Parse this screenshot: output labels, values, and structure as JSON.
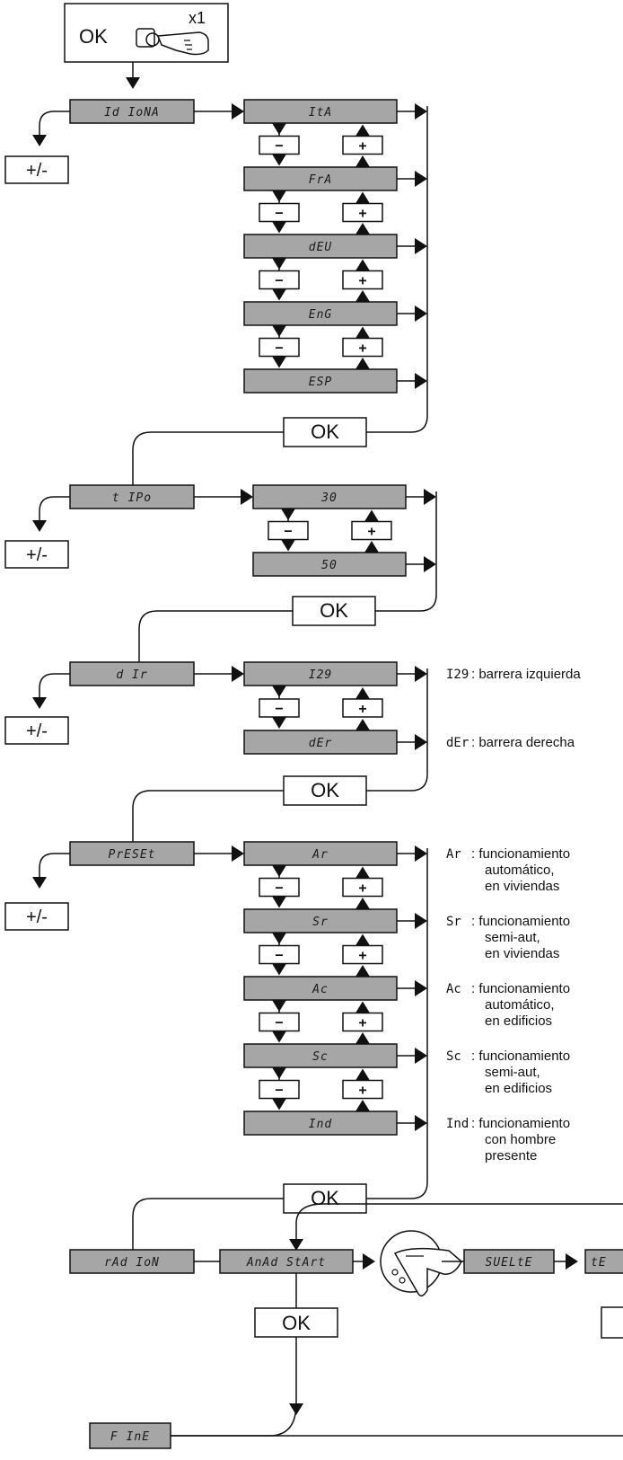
{
  "start": {
    "ok_label": "OK",
    "count_label": "x1"
  },
  "plus_minus_label": "+/-",
  "ok_label": "OK",
  "minus_sign": "−",
  "plus_sign": "+",
  "sections": {
    "idioma": {
      "menu": "Id IoNA",
      "options": [
        "ItA",
        "FrA",
        "dEU",
        "EnG",
        "ESP"
      ]
    },
    "tipo": {
      "menu": "t IPo",
      "options": [
        "30",
        "50"
      ]
    },
    "dir": {
      "menu": "d Ir",
      "options": [
        "I29",
        "dEr"
      ],
      "notes": [
        {
          "code": "I29",
          "lines": [
            ": barrera izquierda"
          ]
        },
        {
          "code": "dEr",
          "lines": [
            ": barrera derecha"
          ]
        }
      ]
    },
    "preset": {
      "menu": "PrESEt",
      "options": [
        "Ar",
        "Sr",
        "Ac",
        "Sc",
        "Ind"
      ],
      "notes": [
        {
          "code": "Ar",
          "lines": [
            ": funcionamiento",
            "automático,",
            "en viviendas"
          ]
        },
        {
          "code": "Sr",
          "lines": [
            ": funcionamiento",
            "semi-aut,",
            "en viviendas"
          ]
        },
        {
          "code": "Ac",
          "lines": [
            ": funcionamiento",
            "automático,",
            "en edificios"
          ]
        },
        {
          "code": "Sc",
          "lines": [
            ": funcionamiento",
            "semi-aut,",
            "en edificios"
          ]
        },
        {
          "code": "Ind",
          "lines": [
            ": funcionamiento",
            "con hombre",
            "presente"
          ]
        }
      ]
    },
    "radio": {
      "menu": "rAd IoN",
      "start": "AnAd StArt",
      "release": "SUELtE",
      "next_partial": "tE"
    },
    "fine": {
      "menu": "F InE"
    }
  }
}
